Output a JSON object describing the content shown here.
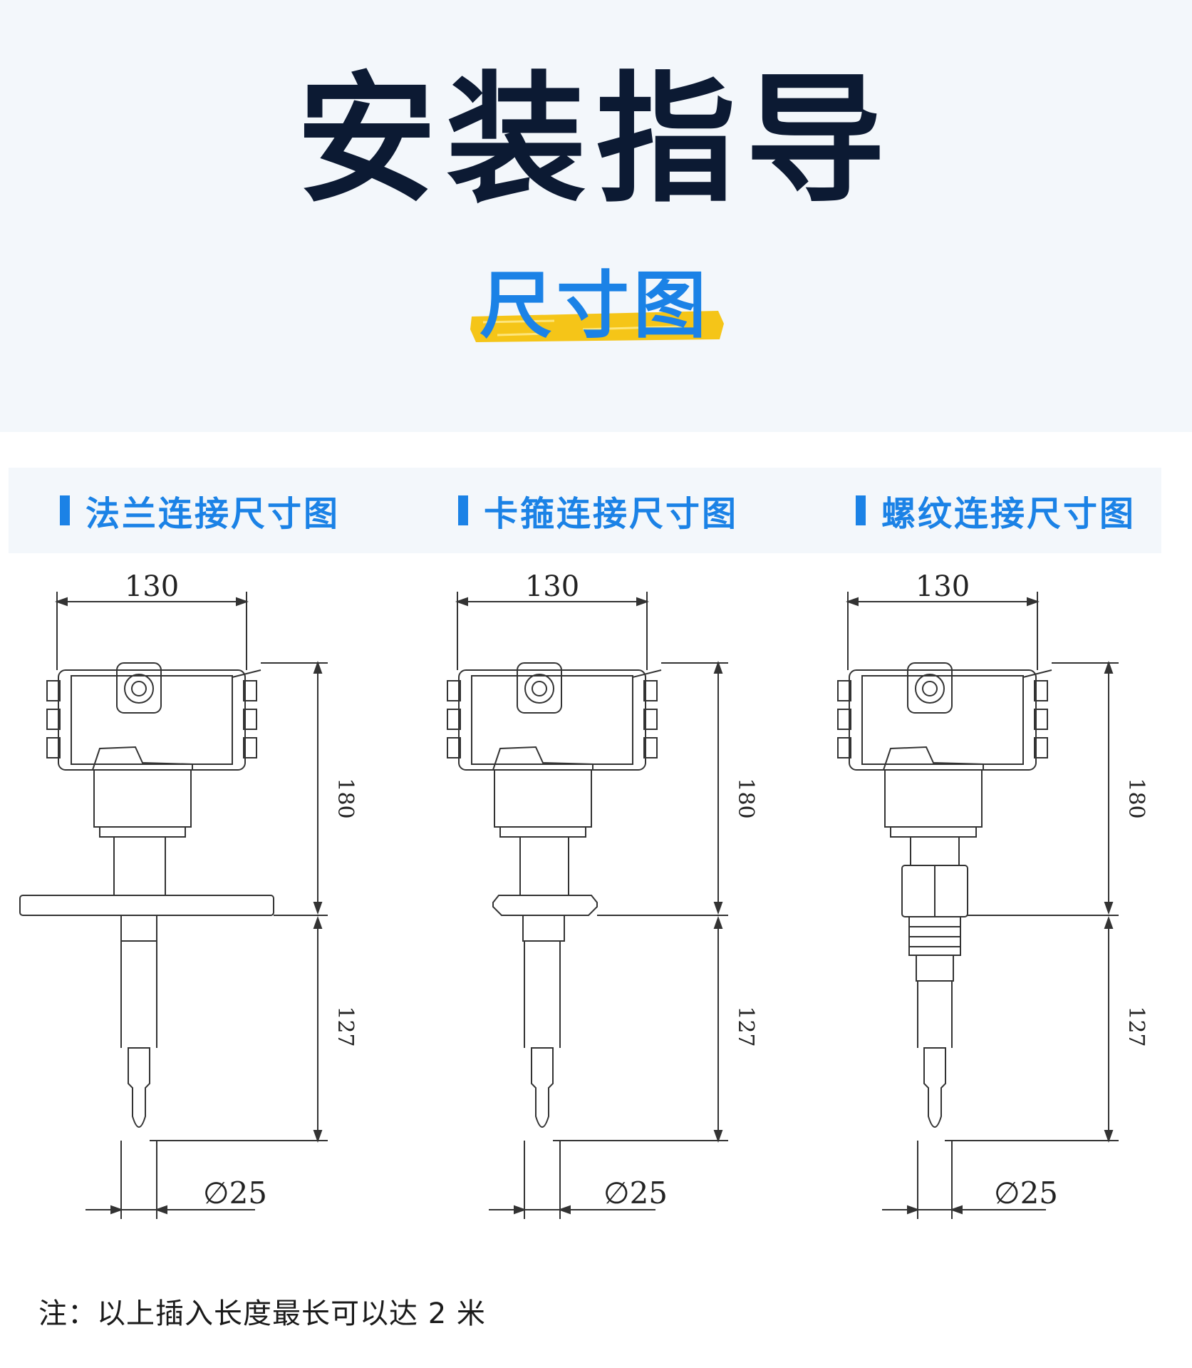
{
  "header": {
    "title": "安装指导",
    "subtitle": "尺寸图"
  },
  "sections": [
    {
      "title": "法兰连接尺寸图",
      "connection": "flange"
    },
    {
      "title": "卡箍连接尺寸图",
      "connection": "clamp"
    },
    {
      "title": "螺纹连接尺寸图",
      "connection": "thread"
    }
  ],
  "dimensions": {
    "width": "130",
    "height_upper": "180",
    "height_lower": "127",
    "diameter": "∅25"
  },
  "note": "注：以上插入长度最长可以达 2 米",
  "colors": {
    "title": "#0c1a33",
    "accent_blue": "#1b82e6",
    "highlight_yellow": "#f5c518",
    "header_bg": "#f3f7fb"
  }
}
